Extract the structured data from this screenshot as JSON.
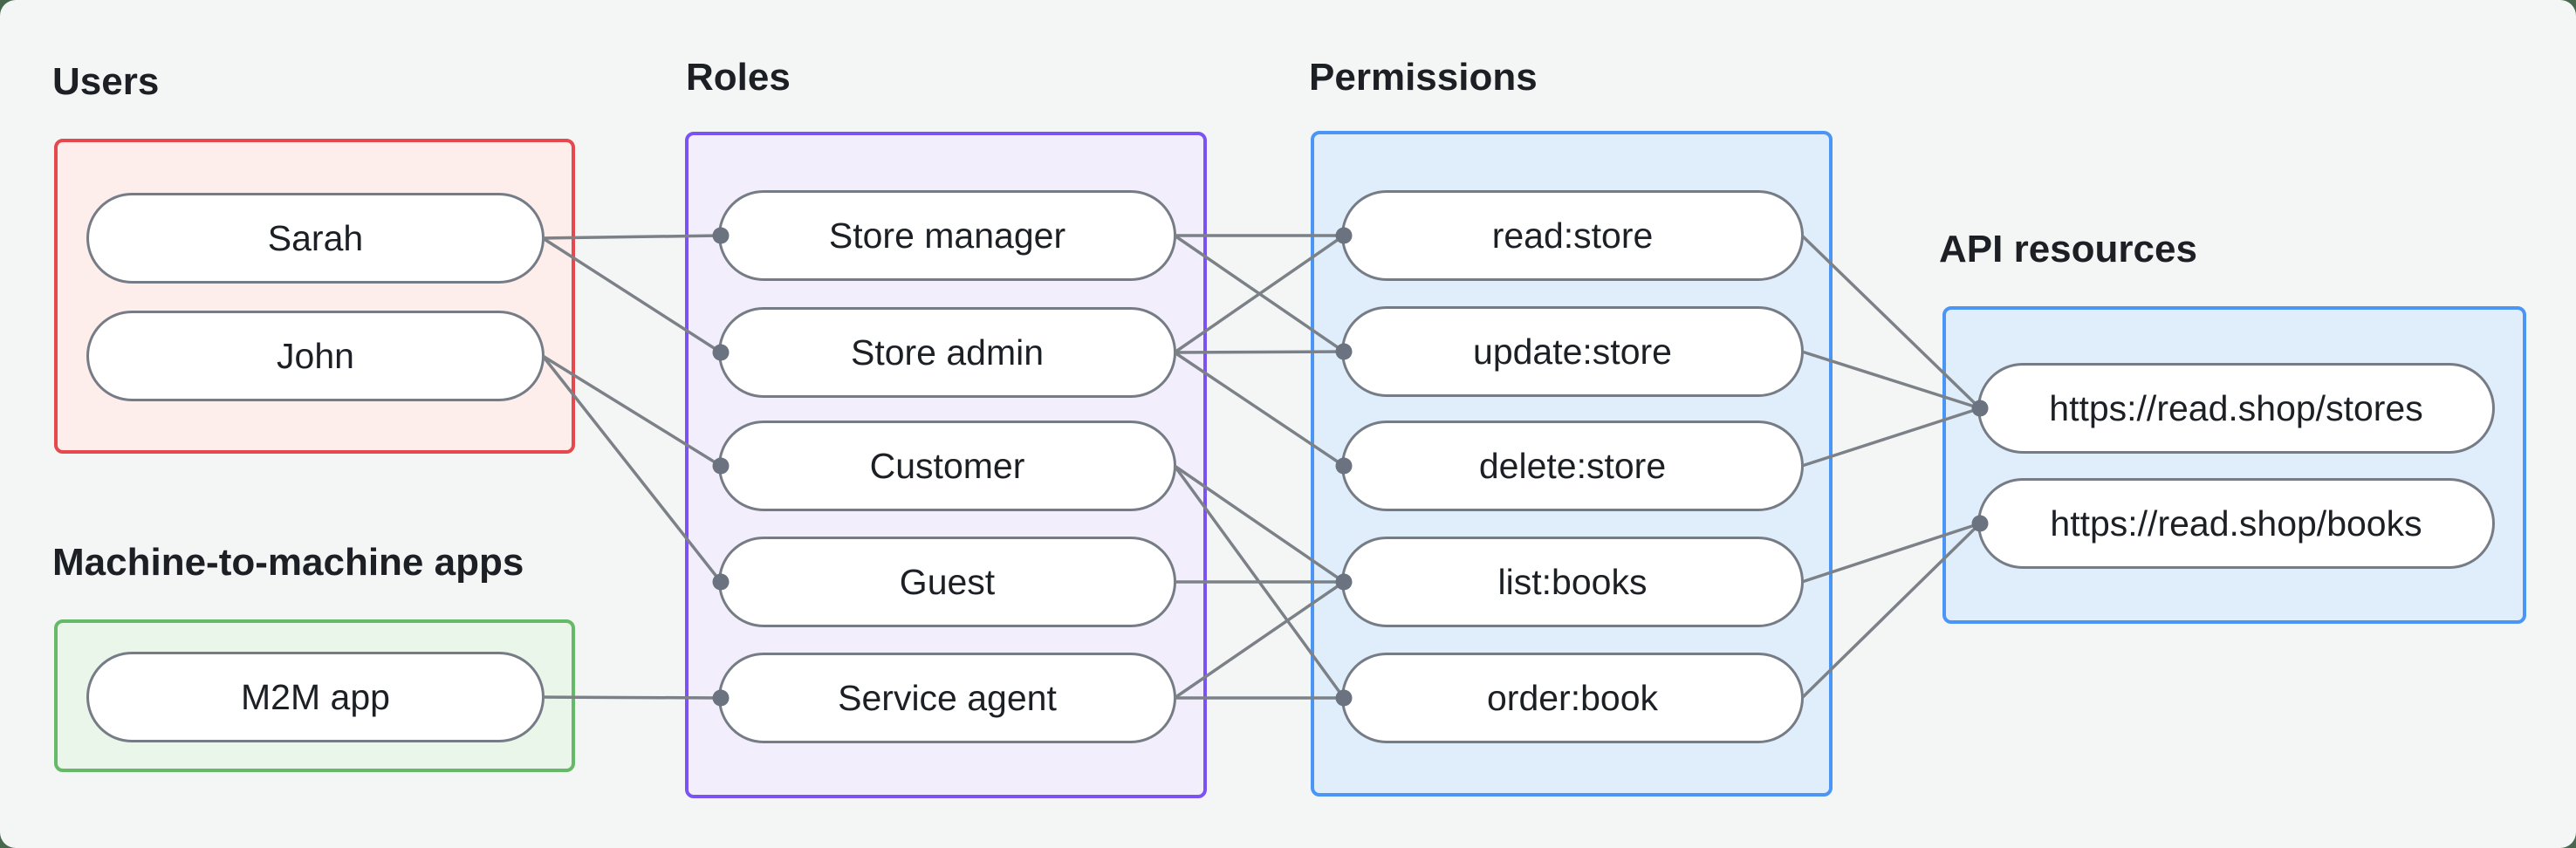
{
  "groups": {
    "users": {
      "label": "Users",
      "border_color": "#e5484d",
      "fill_color": "#fdeeec",
      "nodes": [
        {
          "id": "sarah",
          "label": "Sarah"
        },
        {
          "id": "john",
          "label": "John"
        }
      ]
    },
    "m2m": {
      "label": "Machine-to-machine apps",
      "border_color": "#65b969",
      "fill_color": "#eaf6e9",
      "nodes": [
        {
          "id": "m2m_app",
          "label": "M2M app"
        }
      ]
    },
    "roles": {
      "label": "Roles",
      "border_color": "#7c53f3",
      "fill_color": "#f3eefc",
      "nodes": [
        {
          "id": "store_manager",
          "label": "Store manager"
        },
        {
          "id": "store_admin",
          "label": "Store admin"
        },
        {
          "id": "customer",
          "label": "Customer"
        },
        {
          "id": "guest",
          "label": "Guest"
        },
        {
          "id": "service_agent",
          "label": "Service agent"
        }
      ]
    },
    "permissions": {
      "label": "Permissions",
      "border_color": "#4b96f5",
      "fill_color": "#e0eefc",
      "nodes": [
        {
          "id": "read_store",
          "label": "read:store"
        },
        {
          "id": "update_store",
          "label": "update:store"
        },
        {
          "id": "delete_store",
          "label": "delete:store"
        },
        {
          "id": "list_books",
          "label": "list:books"
        },
        {
          "id": "order_book",
          "label": "order:book"
        }
      ]
    },
    "api_resources": {
      "label": "API resources",
      "border_color": "#4b96f5",
      "fill_color": "#e0eefc",
      "nodes": [
        {
          "id": "stores",
          "label": "https://read.shop/stores"
        },
        {
          "id": "books",
          "label": "https://read.shop/books"
        }
      ]
    }
  },
  "edges": [
    {
      "from": "sarah",
      "to": "store_manager"
    },
    {
      "from": "sarah",
      "to": "store_admin"
    },
    {
      "from": "john",
      "to": "customer"
    },
    {
      "from": "john",
      "to": "guest"
    },
    {
      "from": "m2m_app",
      "to": "service_agent"
    },
    {
      "from": "store_manager",
      "to": "read_store"
    },
    {
      "from": "store_manager",
      "to": "update_store"
    },
    {
      "from": "store_admin",
      "to": "read_store"
    },
    {
      "from": "store_admin",
      "to": "update_store"
    },
    {
      "from": "store_admin",
      "to": "delete_store"
    },
    {
      "from": "customer",
      "to": "list_books"
    },
    {
      "from": "customer",
      "to": "order_book"
    },
    {
      "from": "guest",
      "to": "list_books"
    },
    {
      "from": "service_agent",
      "to": "list_books"
    },
    {
      "from": "service_agent",
      "to": "order_book"
    },
    {
      "from": "read_store",
      "to": "stores"
    },
    {
      "from": "update_store",
      "to": "stores"
    },
    {
      "from": "delete_store",
      "to": "stores"
    },
    {
      "from": "list_books",
      "to": "books"
    },
    {
      "from": "order_book",
      "to": "books"
    }
  ],
  "colors": {
    "edge": "#7b8187",
    "dot": "#6b7280",
    "pill_border": "#767c85",
    "pill_fill": "#ffffff",
    "text": "#1c2025",
    "canvas_background": "#f4f6f5",
    "page_background": "#47684f"
  }
}
